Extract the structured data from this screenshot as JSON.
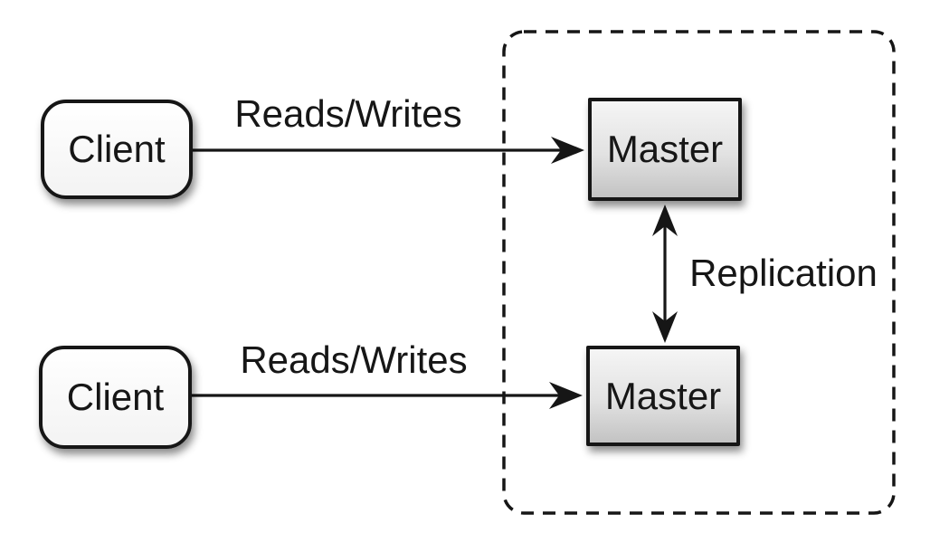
{
  "colors": {
    "background": "#ffffff",
    "stroke": "#161616",
    "text": "#161616",
    "client_fill_top": "#ffffff",
    "client_fill_bottom": "#f3f3f3",
    "master_fill_top": "#f5f5f5",
    "master_fill_bottom": "#c3c3c3"
  },
  "nodes": {
    "client_top": {
      "label": "Client"
    },
    "client_bottom": {
      "label": "Client"
    },
    "master_top": {
      "label": "Master"
    },
    "master_bottom": {
      "label": "Master"
    }
  },
  "edges": {
    "reads_writes_top": {
      "label": "Reads/Writes"
    },
    "reads_writes_bottom": {
      "label": "Reads/Writes"
    },
    "replication": {
      "label": "Replication"
    }
  }
}
